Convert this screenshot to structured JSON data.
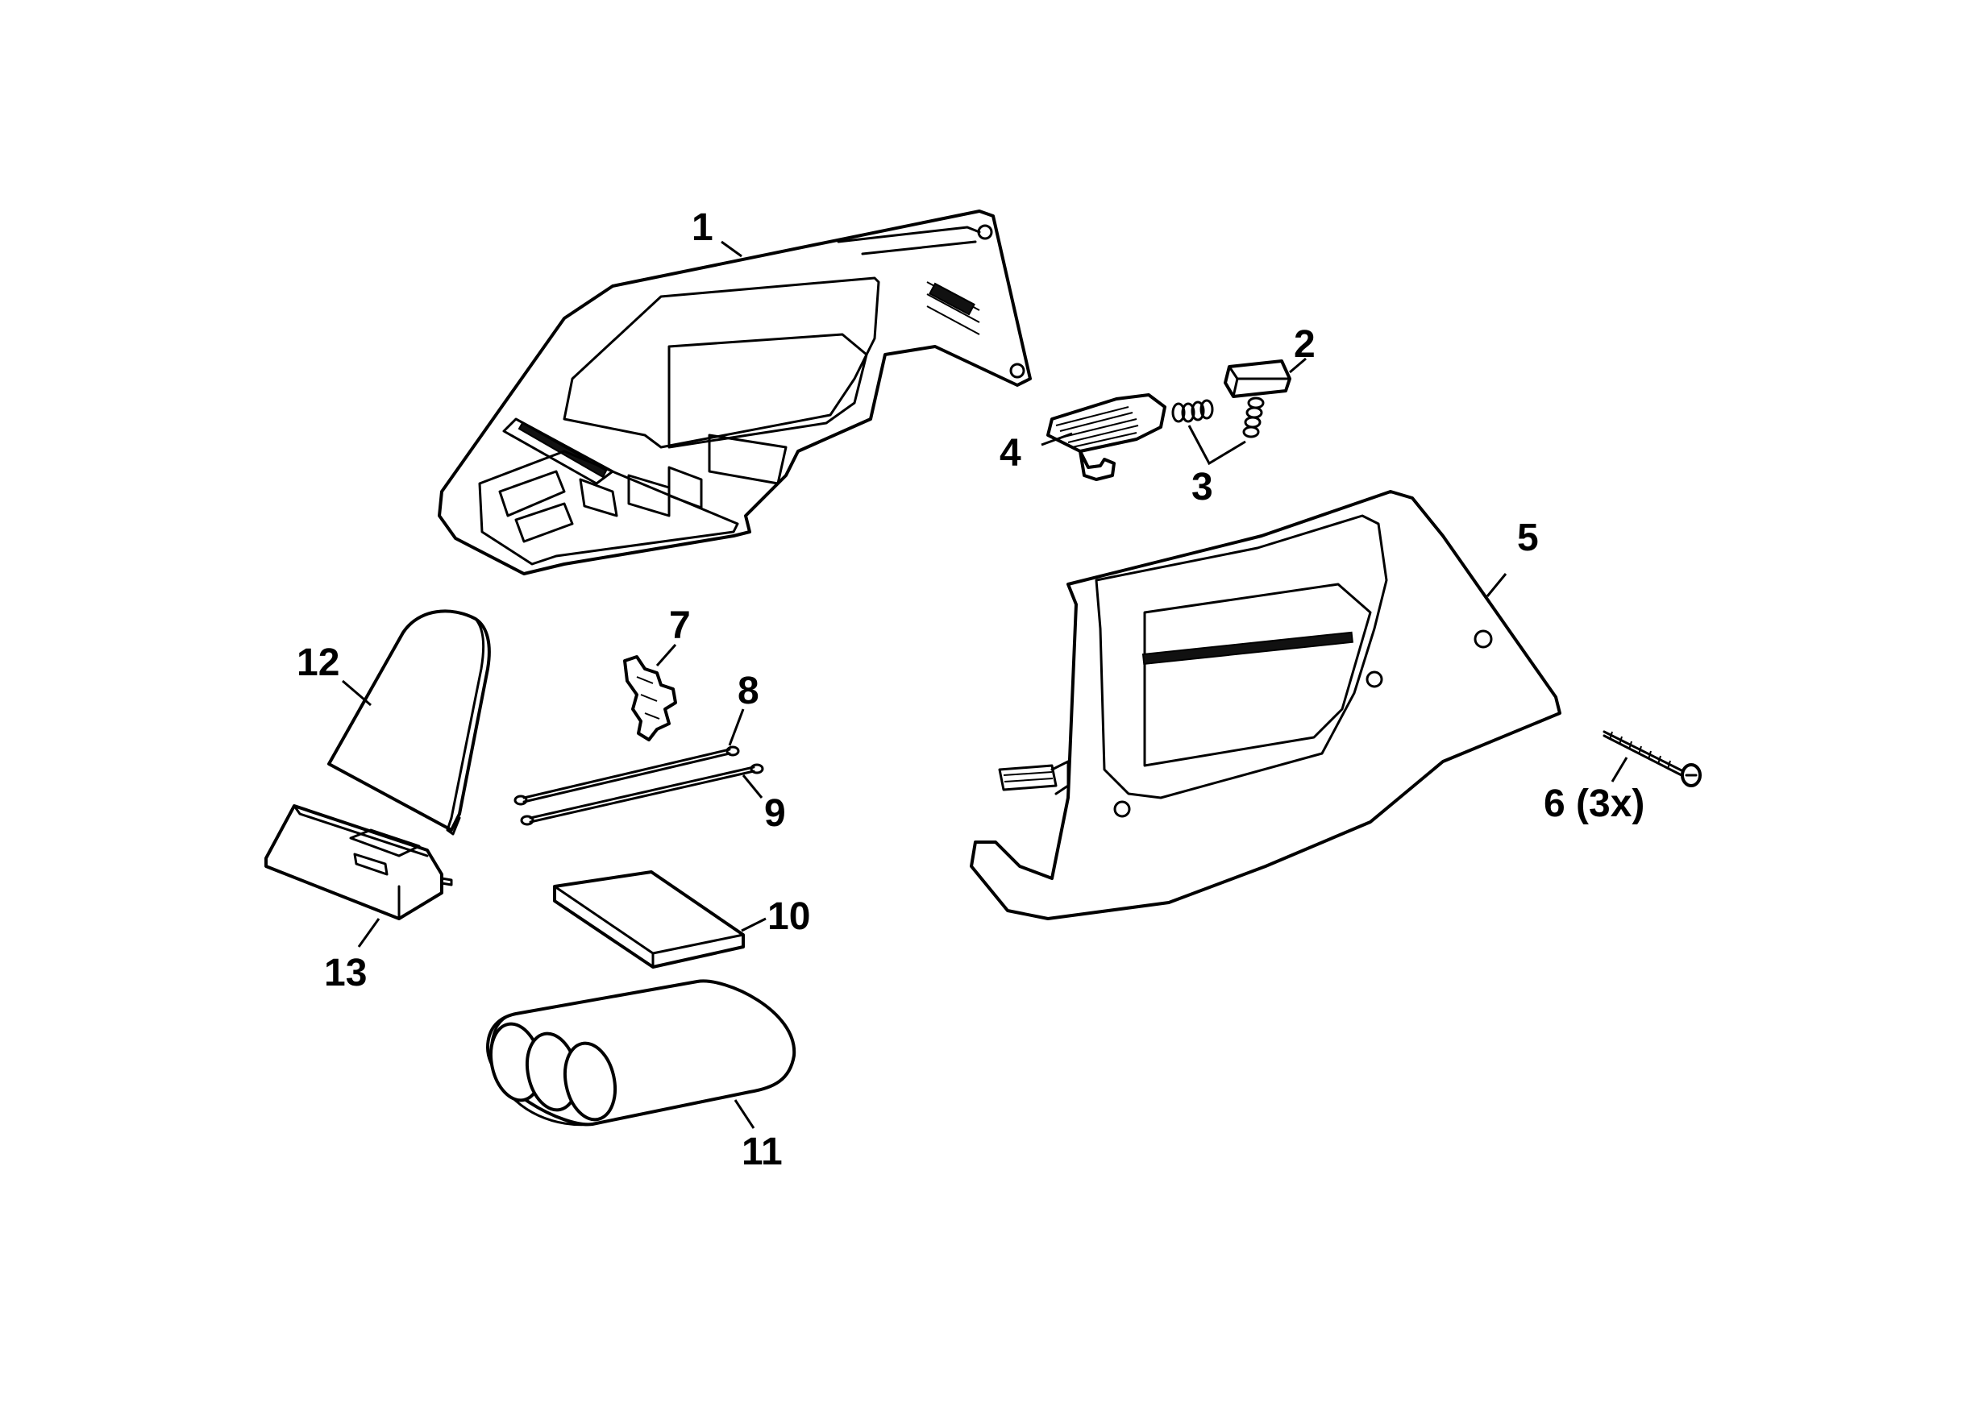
{
  "callouts": {
    "p1": "1",
    "p2": "2",
    "p3": "3",
    "p4": "4",
    "p5": "5",
    "p6": "6 (3x)",
    "p7": "7",
    "p8": "8",
    "p9": "9",
    "p10": "10",
    "p11": "11",
    "p12": "12",
    "p13": "13"
  }
}
